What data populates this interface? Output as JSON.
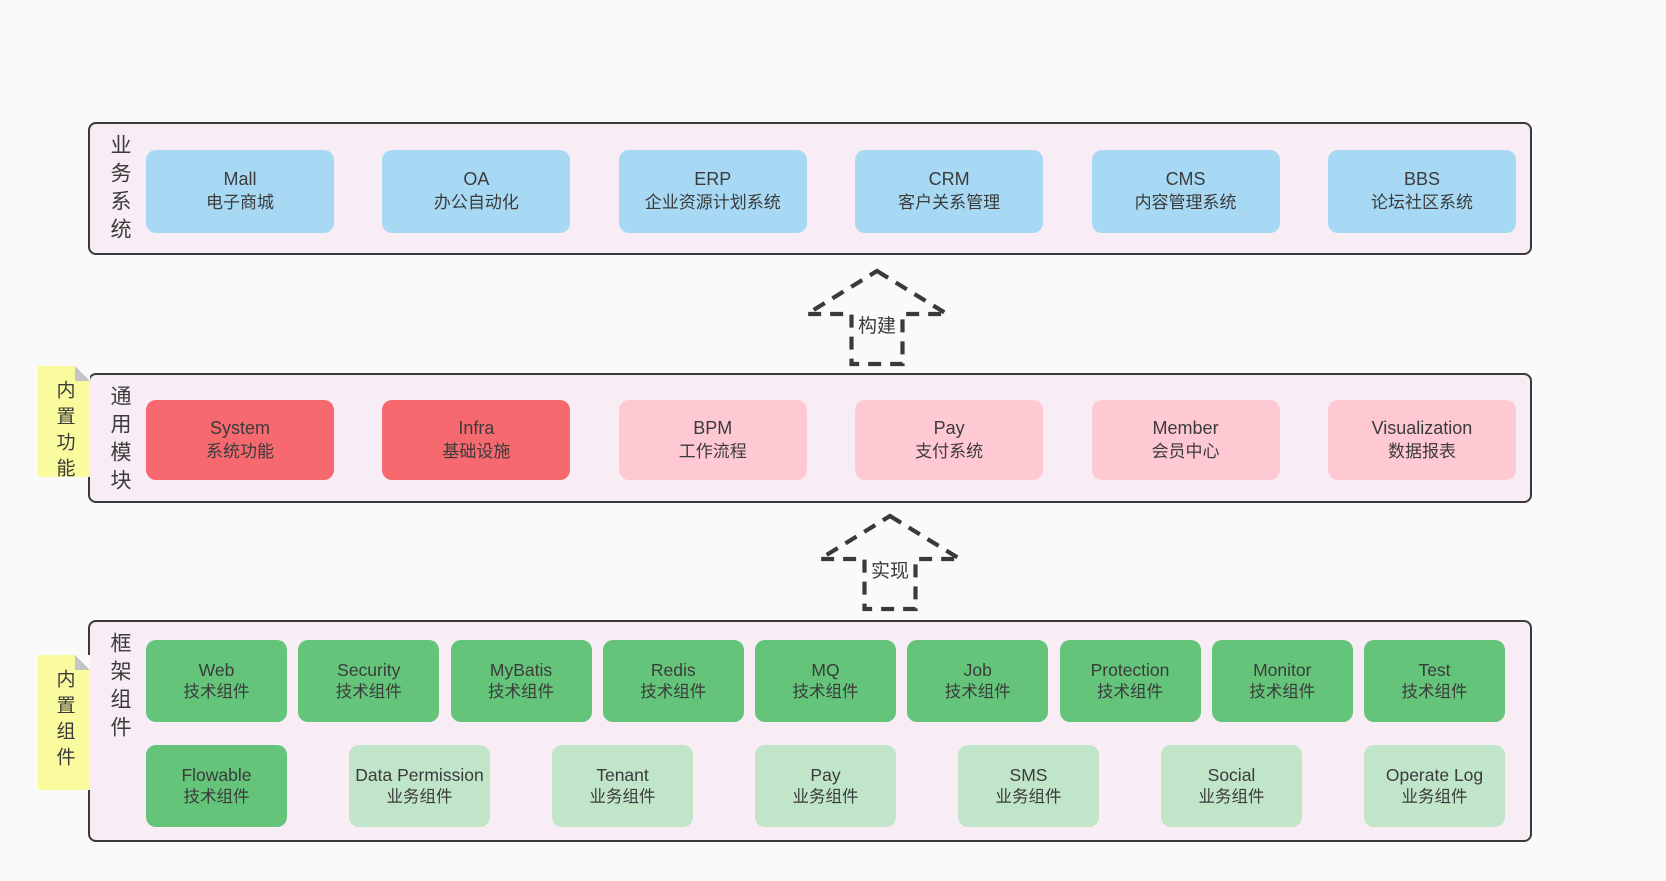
{
  "colors": {
    "page_bg": "#fafafa",
    "container_bg": "#f8ecf5",
    "border_dark": "#3a3a3a",
    "text": "#3b3b3b",
    "blue": "#a7d9f4",
    "red": "#f5696f",
    "pink": "#ffc9d3",
    "green": "#64c47a",
    "green_light": "#c0e5c9",
    "note_yellow": "#fafa9f",
    "fold_gray": "#c5c5c5"
  },
  "sections": [
    {
      "id": "business-systems",
      "label": "业务系统",
      "items": [
        {
          "name": "Mall",
          "subtitle": "电子商城",
          "variant": "blue"
        },
        {
          "name": "OA",
          "subtitle": "办公自动化",
          "variant": "blue"
        },
        {
          "name": "ERP",
          "subtitle": "企业资源计划系统",
          "variant": "blue"
        },
        {
          "name": "CRM",
          "subtitle": "客户关系管理",
          "variant": "blue"
        },
        {
          "name": "CMS",
          "subtitle": "内容管理系统",
          "variant": "blue"
        },
        {
          "name": "BBS",
          "subtitle": "论坛社区系统",
          "variant": "blue"
        }
      ]
    },
    {
      "id": "common-modules",
      "label": "通用模块",
      "note": "内置功能",
      "items": [
        {
          "name": "System",
          "subtitle": "系统功能",
          "variant": "red"
        },
        {
          "name": "Infra",
          "subtitle": "基础设施",
          "variant": "red"
        },
        {
          "name": "BPM",
          "subtitle": "工作流程",
          "variant": "pink"
        },
        {
          "name": "Pay",
          "subtitle": "支付系统",
          "variant": "pink"
        },
        {
          "name": "Member",
          "subtitle": "会员中心",
          "variant": "pink"
        },
        {
          "name": "Visualization",
          "subtitle": "数据报表",
          "variant": "pink"
        }
      ]
    },
    {
      "id": "framework-components",
      "label": "框架组件",
      "note": "内置组件",
      "items": [
        {
          "name": "Web",
          "subtitle": "技术组件",
          "variant": "green"
        },
        {
          "name": "Security",
          "subtitle": "技术组件",
          "variant": "green"
        },
        {
          "name": "MyBatis",
          "subtitle": "技术组件",
          "variant": "green"
        },
        {
          "name": "Redis",
          "subtitle": "技术组件",
          "variant": "green"
        },
        {
          "name": "MQ",
          "subtitle": "技术组件",
          "variant": "green"
        },
        {
          "name": "Job",
          "subtitle": "技术组件",
          "variant": "green"
        },
        {
          "name": "Protection",
          "subtitle": "技术组件",
          "variant": "green"
        },
        {
          "name": "Monitor",
          "subtitle": "技术组件",
          "variant": "green"
        },
        {
          "name": "Test",
          "subtitle": "技术组件",
          "variant": "green"
        },
        {
          "name": "Flowable",
          "subtitle": "技术组件",
          "variant": "green"
        },
        {
          "name": "Data Permission",
          "subtitle": "业务组件",
          "variant": "green-light"
        },
        {
          "name": "Tenant",
          "subtitle": "业务组件",
          "variant": "green-light"
        },
        {
          "name": "Pay",
          "subtitle": "业务组件",
          "variant": "green-light"
        },
        {
          "name": "SMS",
          "subtitle": "业务组件",
          "variant": "green-light"
        },
        {
          "name": "Social",
          "subtitle": "业务组件",
          "variant": "green-light"
        },
        {
          "name": "Operate Log",
          "subtitle": "业务组件",
          "variant": "green-light"
        }
      ]
    }
  ],
  "arrows": [
    {
      "label": "构建"
    },
    {
      "label": "实现"
    }
  ]
}
